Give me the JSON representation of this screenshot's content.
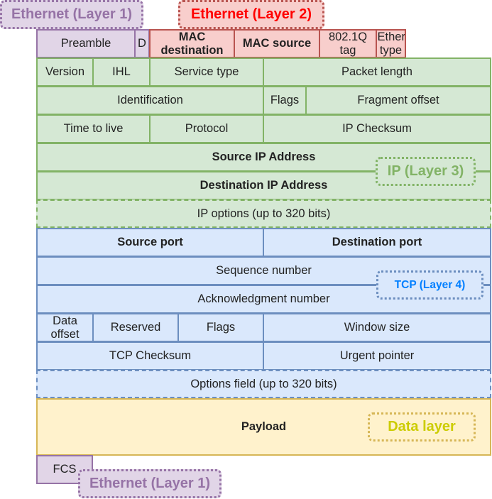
{
  "ethernet_header": {
    "preamble": "Preamble",
    "d": "D",
    "mac_destination": "MAC destination",
    "mac_source": "MAC source",
    "vlan_tag": "802.1Q tag",
    "ethertype": "Ether type"
  },
  "ip_header": {
    "version": "Version",
    "ihl": "IHL",
    "service_type": "Service type",
    "packet_length": "Packet length",
    "identification": "Identification",
    "flags": "Flags",
    "fragment_offset": "Fragment offset",
    "time_to_live": "Time to live",
    "protocol": "Protocol",
    "ip_checksum": "IP Checksum",
    "source_ip": "Source IP Address",
    "destination_ip": "Destination IP Address",
    "ip_options": "IP options (up to 320 bits)"
  },
  "tcp_header": {
    "source_port": "Source port",
    "destination_port": "Destination port",
    "sequence_number": "Sequence number",
    "ack_number": "Acknowledgment number",
    "data_offset": "Data offset",
    "reserved": "Reserved",
    "flags": "Flags",
    "window_size": "Window size",
    "tcp_checksum": "TCP Checksum",
    "urgent_pointer": "Urgent pointer",
    "options_field": "Options field (up to 320 bits)"
  },
  "payload": {
    "label": "Payload"
  },
  "trailer": {
    "fcs": "FCS"
  },
  "layer_tags": {
    "ethernet_l1_top": "Ethernet (Layer 1)",
    "ethernet_l2": "Ethernet (Layer 2)",
    "ip_l3": "IP (Layer 3)",
    "tcp_l4": "TCP (Layer 4)",
    "data_layer": "Data layer",
    "ethernet_l1_bottom": "Ethernet (Layer 1)"
  },
  "colors": {
    "ethernet_l1_fill": "#e1d5e7",
    "ethernet_l1_stroke": "#9673a6",
    "ethernet_l2_fill": "#f8cecc",
    "ethernet_l2_stroke": "#b85450",
    "ip_fill": "#d5e8d4",
    "ip_stroke": "#82b366",
    "tcp_fill": "#dae8fc",
    "tcp_stroke": "#6c8ebf",
    "data_fill": "#fff2cc",
    "data_stroke": "#d6b656"
  }
}
